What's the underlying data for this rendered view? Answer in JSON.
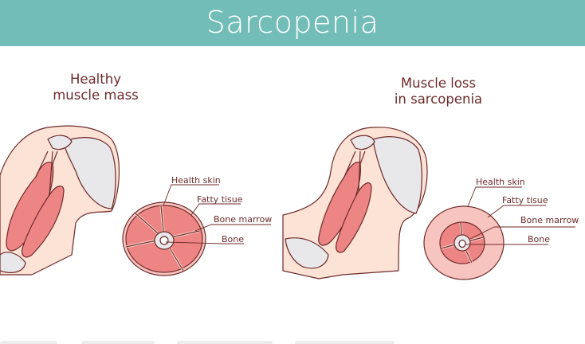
{
  "title": "Sarcopenia",
  "colors": {
    "banner": "#73bdb9",
    "text": "#6e2a2a",
    "muscle": "#ee8585",
    "skin": "#fde2d6",
    "fat_ring": "#f8c4c0",
    "bone": "#e8e8ea",
    "outline": "#6e2a2a"
  },
  "panels": [
    {
      "heading_line1": "Healthy",
      "heading_line2": "muscle mass",
      "labels": [
        "Health skin",
        "Fatty tisue",
        "Bone marrow",
        "Bone"
      ]
    },
    {
      "heading_line1": "Muscle loss",
      "heading_line2": "in sarcopenia",
      "labels": [
        "Health skin",
        "Fatty tisue",
        "Bone marrow",
        "Bone"
      ]
    }
  ]
}
